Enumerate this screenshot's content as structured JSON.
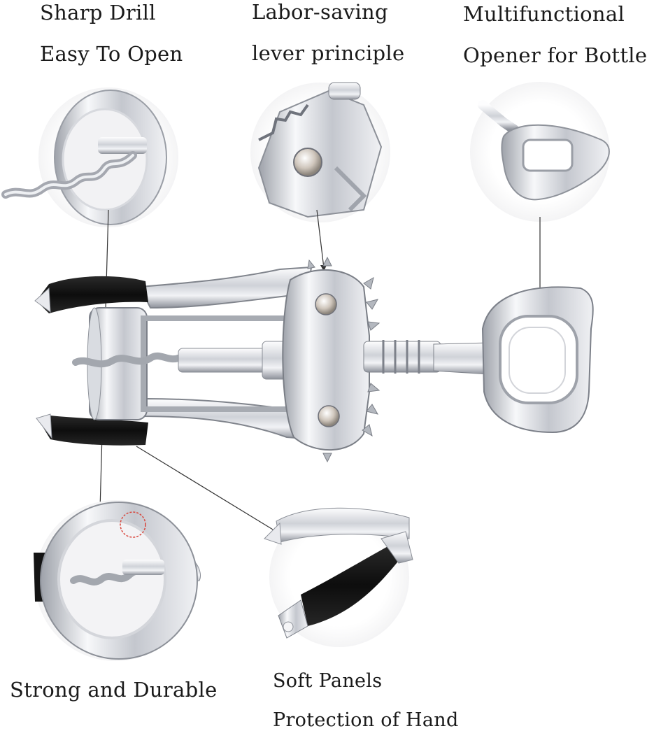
{
  "features": {
    "sharp_drill": {
      "line1": "Sharp Drill",
      "line2": "Easy To Open"
    },
    "lever": {
      "line1": "Labor-saving",
      "line2": "lever principle"
    },
    "opener": {
      "line1": "Multifunctional",
      "line2": "Opener for Bottles"
    },
    "durable": {
      "line1": "Strong and Durable"
    },
    "soft_panels": {
      "line1": "Soft Panels",
      "line2": "Protection of Hand"
    }
  },
  "colors": {
    "text": "#1a1a1a",
    "metal_light": "#f4f5f8",
    "metal_mid": "#c7cad1",
    "metal_dark": "#7c808a",
    "grip": "#141414",
    "leader": "#333333"
  }
}
